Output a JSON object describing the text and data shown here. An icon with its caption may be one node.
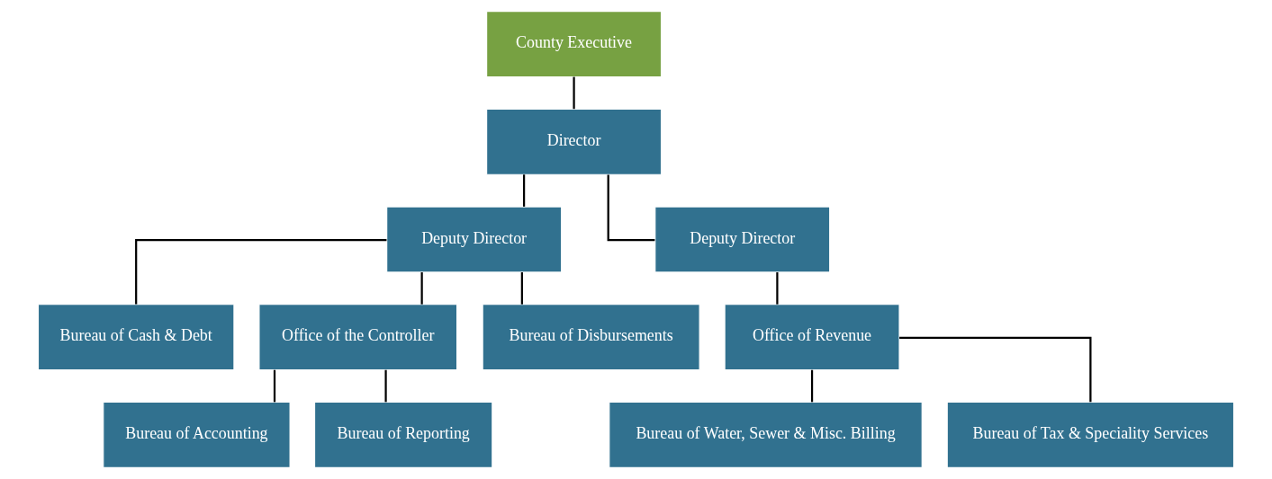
{
  "diagram": {
    "nodes": [
      {
        "text": [
          "County Executive"
        ]
      },
      {
        "text": [
          "Director"
        ]
      },
      {
        "text": [
          "Deputy Director"
        ]
      },
      {
        "text": [
          "Deputy Director"
        ]
      },
      {
        "text": [
          "Bureau of Cash & Debt"
        ]
      },
      {
        "text": [
          "Office of the Controller"
        ]
      },
      {
        "text": [
          "Bureau of Disbursements"
        ]
      },
      {
        "text": [
          "Office of Revenue"
        ]
      },
      {
        "text": [
          "Bureau of Accounting"
        ]
      },
      {
        "text": [
          "Bureau of Reporting"
        ]
      },
      {
        "text": [
          "Bureau of Water, Sewer & Misc. Billing"
        ]
      },
      {
        "text": [
          "Bureau of Tax & Speciality Services"
        ]
      }
    ],
    "edges": [
      {
        "from": 0,
        "to": 1,
        "arrow": "none"
      },
      {
        "from": 1,
        "to": 2,
        "arrow": "none"
      },
      {
        "from": 1,
        "to": 3,
        "arrow": "none"
      },
      {
        "from": 2,
        "to": 4,
        "arrow": "none"
      },
      {
        "from": 2,
        "to": 5,
        "arrow": "none"
      },
      {
        "from": 2,
        "to": 6,
        "arrow": "none"
      },
      {
        "from": 3,
        "to": 7,
        "arrow": "none"
      },
      {
        "from": 5,
        "to": 8,
        "arrow": "none"
      },
      {
        "from": 5,
        "to": 9,
        "arrow": "none"
      },
      {
        "from": 7,
        "to": 10,
        "arrow": "none"
      },
      {
        "from": 7,
        "to": 11,
        "arrow": "none"
      }
    ]
  }
}
